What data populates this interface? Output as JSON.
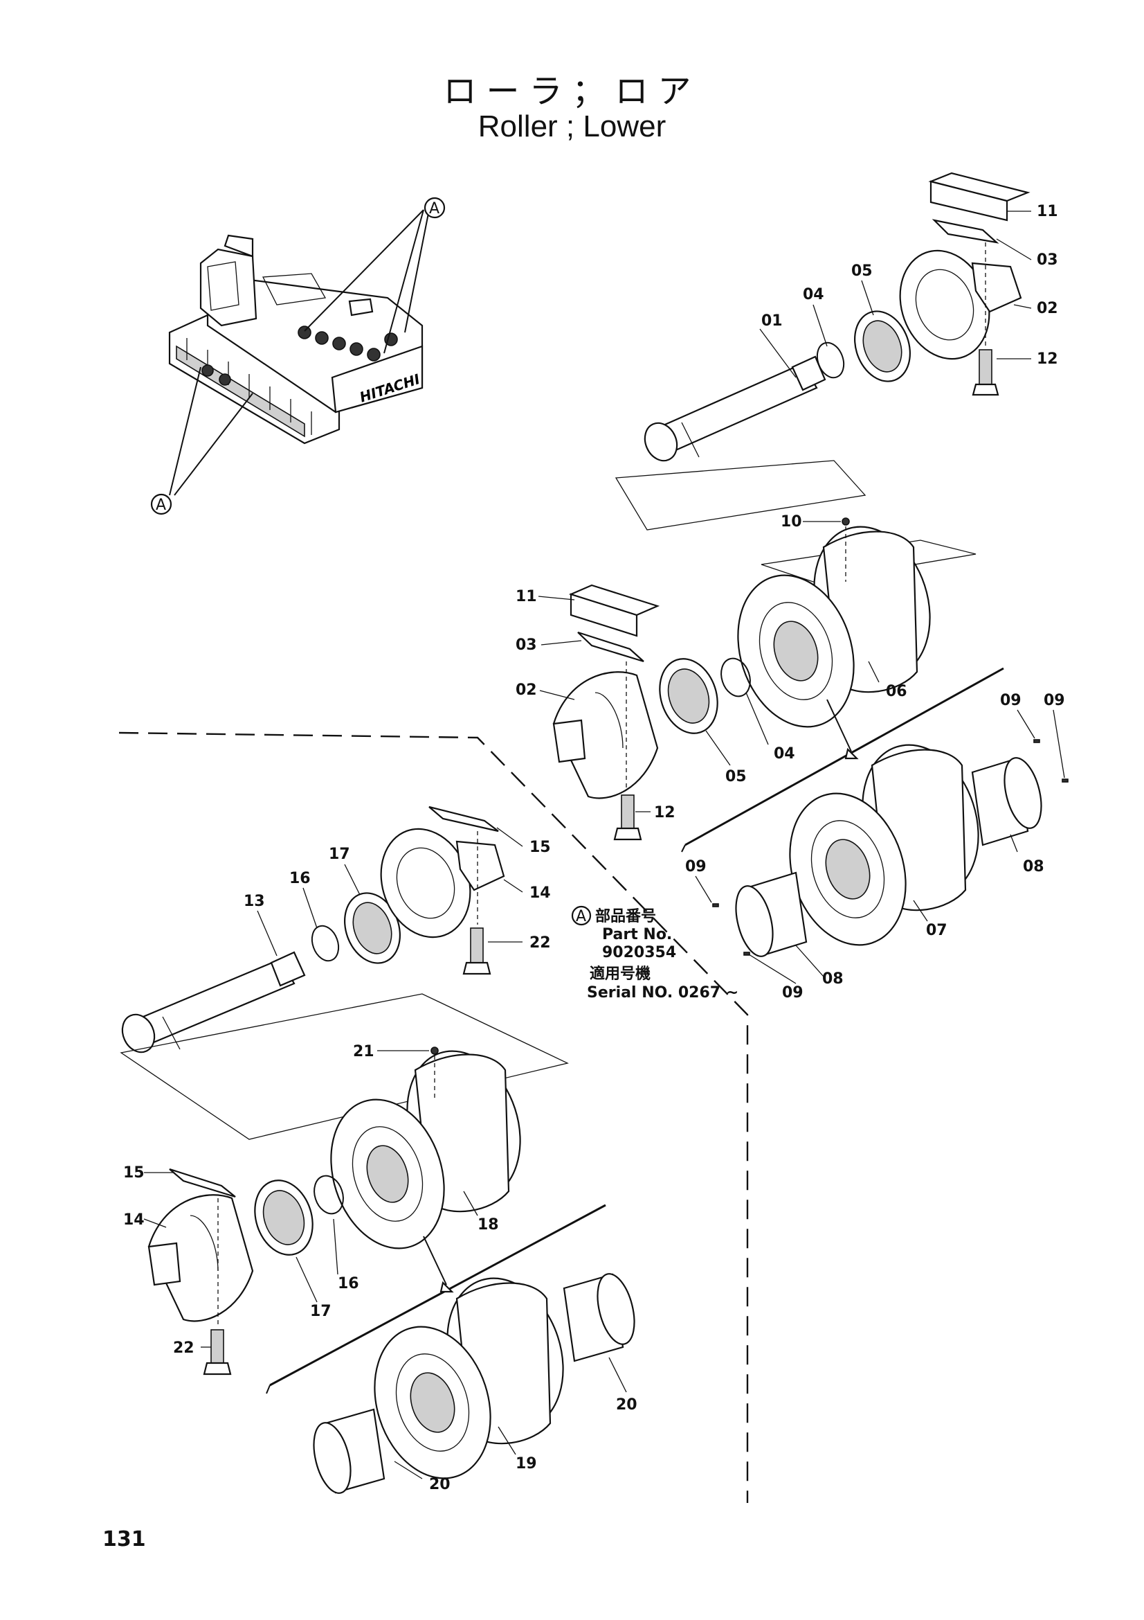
{
  "title": {
    "jp": "ローラ；ロア",
    "en": "Roller ; Lower"
  },
  "callout": {
    "symbol": "A"
  },
  "note": {
    "jp_part_label": "部品番号",
    "part_label": "Part No.",
    "part_number": "9020354",
    "jp_serial_label": "適用号機",
    "serial": "Serial NO. 0267 ~"
  },
  "labels": {
    "u01": "01",
    "u02": "02",
    "u03": "03",
    "u04": "04",
    "u05": "05",
    "u11": "11",
    "u12": "12",
    "m02": "02",
    "m03": "03",
    "m04": "04",
    "m05": "05",
    "m06": "06",
    "m10": "10",
    "m11": "11",
    "m12": "12",
    "r07": "07",
    "r08a": "08",
    "r08b": "08",
    "r09a": "09",
    "r09b": "09",
    "r09c": "09",
    "r09d": "09",
    "l13": "13",
    "l14": "14",
    "l15": "15",
    "l16": "16",
    "l17": "17",
    "l22": "22",
    "b14": "14",
    "b15": "15",
    "b16": "16",
    "b17": "17",
    "b18": "18",
    "b21": "21",
    "b22": "22",
    "b19": "19",
    "b20a": "20",
    "b20b": "20"
  },
  "machine": {
    "brand": "HITACHI"
  },
  "page_number": "131"
}
